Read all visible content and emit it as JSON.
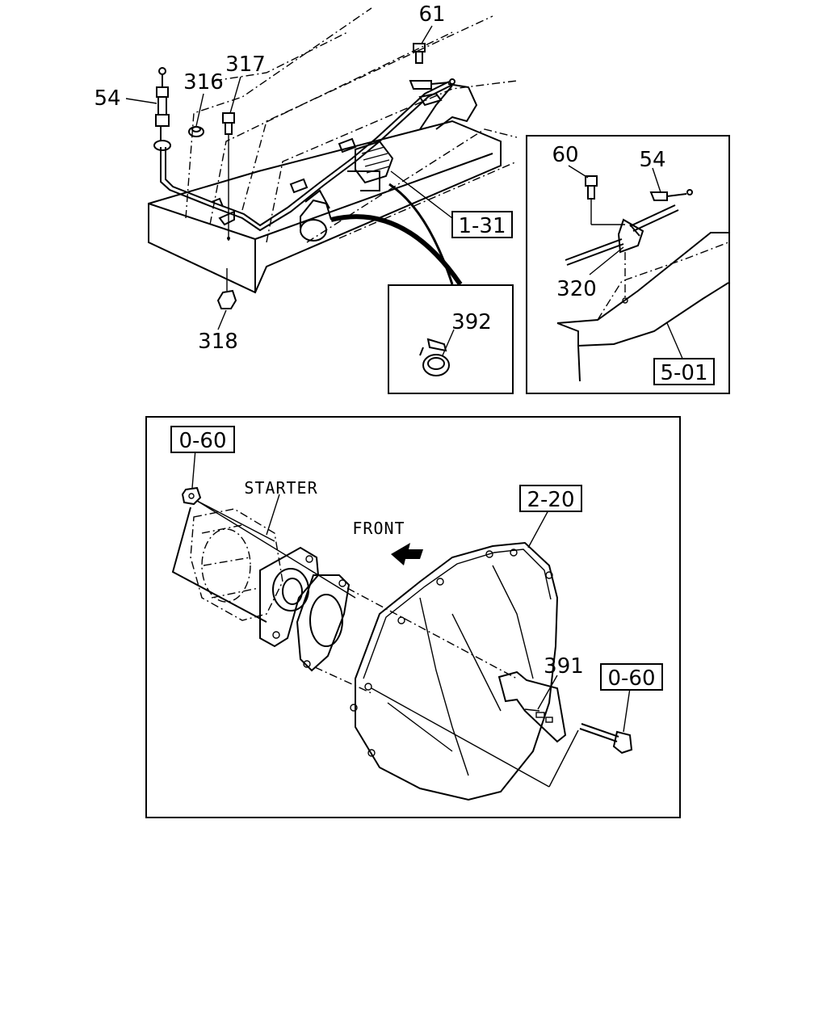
{
  "callouts": {
    "c61": "61",
    "c54": "54",
    "c316": "316",
    "c317": "317",
    "c318": "318",
    "c392": "392",
    "c60": "60",
    "c54b": "54",
    "c320": "320",
    "c391": "391"
  },
  "refs": {
    "r131": "1-31",
    "r501": "5-01",
    "r060a": "0-60",
    "r220": "2-20",
    "r060b": "0-60"
  },
  "text": {
    "starter": "STARTER",
    "front": "FRONT"
  }
}
